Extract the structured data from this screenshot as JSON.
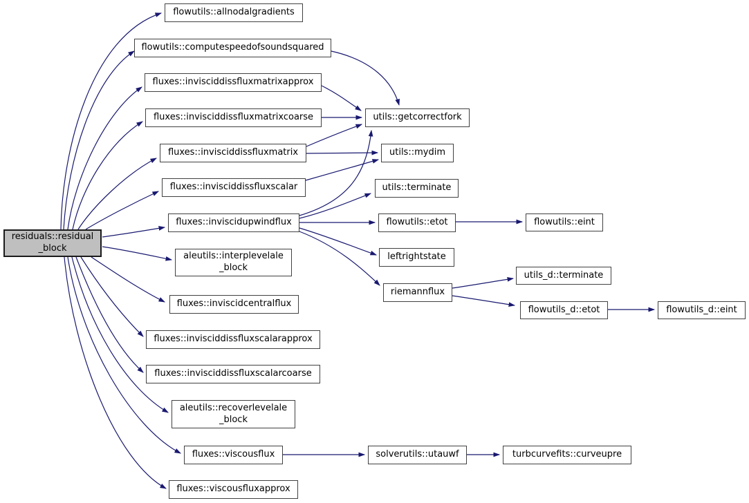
{
  "diagram": {
    "type": "call-graph",
    "edge_color": "#191970",
    "node_border_color": "#404040",
    "node_fill": "#ffffff",
    "highlight_fill": "#bfbfbf",
    "text_color": "#000000"
  },
  "nodes": [
    {
      "id": "residual-block",
      "label": "residuals::residual\n_block",
      "highlighted": true
    },
    {
      "id": "allnodalgradients",
      "label": "flowutils::allnodalgradients"
    },
    {
      "id": "computespeedofsoundsquared",
      "label": "flowutils::computespeedofsoundsquared"
    },
    {
      "id": "invisciddissfluxmatrixapprox",
      "label": "fluxes::invisciddissfluxmatrixapprox"
    },
    {
      "id": "invisciddissfluxmatrixcoarse",
      "label": "fluxes::invisciddissfluxmatrixcoarse"
    },
    {
      "id": "invisciddissfluxmatrix",
      "label": "fluxes::invisciddissfluxmatrix"
    },
    {
      "id": "invisciddissfluxscalar",
      "label": "fluxes::invisciddissfluxscalar"
    },
    {
      "id": "inviscidupwindflux",
      "label": "fluxes::inviscidupwindflux"
    },
    {
      "id": "interplevelale-block",
      "label": "aleutils::interplevelale\n_block"
    },
    {
      "id": "inviscidcentralflux",
      "label": "fluxes::inviscidcentralflux"
    },
    {
      "id": "invisciddissfluxscalarapprox",
      "label": "fluxes::invisciddissfluxscalarapprox"
    },
    {
      "id": "invisciddissfluxscalarcoarse",
      "label": "fluxes::invisciddissfluxscalarcoarse"
    },
    {
      "id": "recoverlevelale-block",
      "label": "aleutils::recoverlevelale\n_block"
    },
    {
      "id": "viscousflux",
      "label": "fluxes::viscousflux"
    },
    {
      "id": "viscousfluxapprox",
      "label": "fluxes::viscousfluxapprox"
    },
    {
      "id": "getcorrectfork",
      "label": "utils::getcorrectfork"
    },
    {
      "id": "mydim",
      "label": "utils::mydim"
    },
    {
      "id": "terminate",
      "label": "utils::terminate"
    },
    {
      "id": "etot",
      "label": "flowutils::etot"
    },
    {
      "id": "leftrightstate",
      "label": "leftrightstate"
    },
    {
      "id": "riemannflux",
      "label": "riemannflux"
    },
    {
      "id": "eint",
      "label": "flowutils::eint"
    },
    {
      "id": "utils-d-terminate",
      "label": "utils_d::terminate"
    },
    {
      "id": "flowutils-d-etot",
      "label": "flowutils_d::etot"
    },
    {
      "id": "flowutils-d-eint",
      "label": "flowutils_d::eint"
    },
    {
      "id": "utauwf",
      "label": "solverutils::utauwf"
    },
    {
      "id": "curveupre",
      "label": "turbcurvefits::curveupre"
    }
  ],
  "edges": [
    {
      "from": "residuals::residual_block",
      "to": "flowutils::allnodalgradients"
    },
    {
      "from": "residuals::residual_block",
      "to": "flowutils::computespeedofsoundsquared"
    },
    {
      "from": "residuals::residual_block",
      "to": "fluxes::invisciddissfluxmatrixapprox"
    },
    {
      "from": "residuals::residual_block",
      "to": "fluxes::invisciddissfluxmatrixcoarse"
    },
    {
      "from": "residuals::residual_block",
      "to": "fluxes::invisciddissfluxmatrix"
    },
    {
      "from": "residuals::residual_block",
      "to": "fluxes::invisciddissfluxscalar"
    },
    {
      "from": "residuals::residual_block",
      "to": "fluxes::inviscidupwindflux"
    },
    {
      "from": "residuals::residual_block",
      "to": "aleutils::interplevelale_block"
    },
    {
      "from": "residuals::residual_block",
      "to": "fluxes::inviscidcentralflux"
    },
    {
      "from": "residuals::residual_block",
      "to": "fluxes::invisciddissfluxscalarapprox"
    },
    {
      "from": "residuals::residual_block",
      "to": "fluxes::invisciddissfluxscalarcoarse"
    },
    {
      "from": "residuals::residual_block",
      "to": "aleutils::recoverlevelale_block"
    },
    {
      "from": "residuals::residual_block",
      "to": "fluxes::viscousflux"
    },
    {
      "from": "residuals::residual_block",
      "to": "fluxes::viscousfluxapprox"
    },
    {
      "from": "flowutils::computespeedofsoundsquared",
      "to": "utils::getcorrectfork"
    },
    {
      "from": "fluxes::invisciddissfluxmatrixapprox",
      "to": "utils::getcorrectfork"
    },
    {
      "from": "fluxes::invisciddissfluxmatrixcoarse",
      "to": "utils::getcorrectfork"
    },
    {
      "from": "fluxes::invisciddissfluxmatrix",
      "to": "utils::getcorrectfork"
    },
    {
      "from": "fluxes::inviscidupwindflux",
      "to": "utils::getcorrectfork"
    },
    {
      "from": "fluxes::invisciddissfluxmatrix",
      "to": "utils::mydim"
    },
    {
      "from": "fluxes::invisciddissfluxscalar",
      "to": "utils::mydim"
    },
    {
      "from": "fluxes::inviscidupwindflux",
      "to": "utils::terminate"
    },
    {
      "from": "fluxes::inviscidupwindflux",
      "to": "flowutils::etot"
    },
    {
      "from": "fluxes::inviscidupwindflux",
      "to": "leftrightstate"
    },
    {
      "from": "fluxes::inviscidupwindflux",
      "to": "riemannflux"
    },
    {
      "from": "flowutils::etot",
      "to": "flowutils::eint"
    },
    {
      "from": "riemannflux",
      "to": "utils_d::terminate"
    },
    {
      "from": "riemannflux",
      "to": "flowutils_d::etot"
    },
    {
      "from": "flowutils_d::etot",
      "to": "flowutils_d::eint"
    },
    {
      "from": "fluxes::viscousflux",
      "to": "solverutils::utauwf"
    },
    {
      "from": "solverutils::utauwf",
      "to": "turbcurvefits::curveupre"
    }
  ]
}
